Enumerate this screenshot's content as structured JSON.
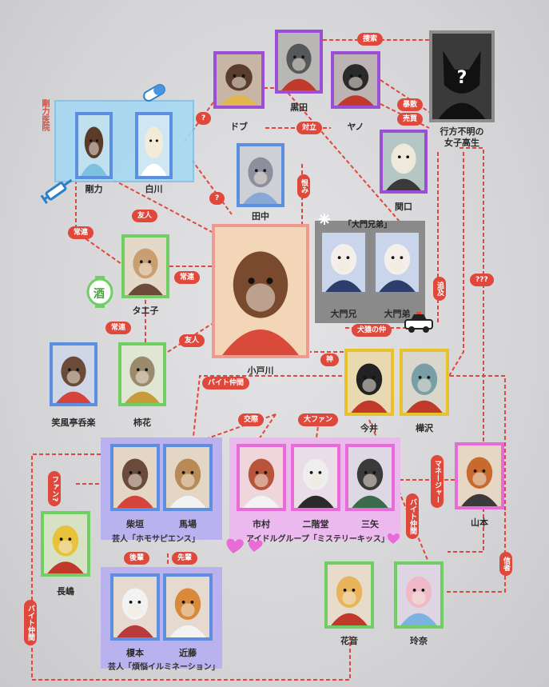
{
  "colors": {
    "purple": "#9b4fd6",
    "blue": "#5d8fe0",
    "green": "#6fcf63",
    "pink": "#e86bd8",
    "salmon": "#ee9a8e",
    "yellow": "#e9c22a",
    "red": "#e0483b",
    "gray": "#8c8c8c"
  },
  "panels": {
    "clinic": "剛力医院",
    "brothers": "「大門兄弟」",
    "homo": "芸人「ホモサピエンス」",
    "idol": "アイドルグループ「ミステリーキッス」",
    "bonno": "芸人「煩悩イルミネーション」"
  },
  "characters": {
    "dobu": {
      "name": "ドブ",
      "frame": "purple",
      "bg": "#c7b6a4",
      "fur": "#5a3d2e",
      "acc": "#e2b64a"
    },
    "kuroda": {
      "name": "黒田",
      "frame": "purple",
      "bg": "#b9b7b4",
      "fur": "#55585a",
      "acc": "#c0392b"
    },
    "yano": {
      "name": "ヤノ",
      "frame": "purple",
      "bg": "#bdb3b3",
      "fur": "#2a2a2a",
      "acc": "#c0392b"
    },
    "unknown": {
      "name": "行方不明の女子高生",
      "frame": "gray",
      "bg": "#444",
      "fur": "#111",
      "acc": "#111"
    },
    "sekiguchi": {
      "name": "関口",
      "frame": "purple",
      "bg": "#b5c7c5",
      "fur": "#efe9dc",
      "acc": "#3a3a3a"
    },
    "goriki": {
      "name": "剛力",
      "frame": "blue",
      "bg": "#bfe0ee",
      "fur": "#5a3b2a",
      "acc": "#7ec0e0"
    },
    "shirakawa": {
      "name": "白川",
      "frame": "blue",
      "bg": "#cfe7f2",
      "fur": "#f3ead8",
      "acc": "#ffffff"
    },
    "tanaka": {
      "name": "田中",
      "frame": "blue",
      "bg": "#cfcfd6",
      "fur": "#8d8f9c",
      "acc": "#8aa8d6"
    },
    "taeko": {
      "name": "タエ子",
      "frame": "green",
      "bg": "#e4d8c8",
      "fur": "#c99f72",
      "acc": "#6b4a3a"
    },
    "odokawa": {
      "name": "小戸川",
      "frame": "salmon",
      "bg": "#f3d5b7",
      "fur": "#7a4a2f",
      "acc": "#d94a3a"
    },
    "daimon_ani": {
      "name": "大門兄",
      "frame": "gray",
      "bg": "#c8d5ea",
      "fur": "#f3f0ec",
      "acc": "#2c3e6b"
    },
    "daimon_otouto": {
      "name": "大門弟",
      "frame": "gray",
      "bg": "#c8d5ea",
      "fur": "#f3f0ec",
      "acc": "#2c3e6b"
    },
    "shofutei": {
      "name": "笑風亭呑楽",
      "frame": "blue",
      "bg": "#cfd7e6",
      "fur": "#6a4a38",
      "acc": "#d6433b"
    },
    "kakihana": {
      "name": "柿花",
      "frame": "green",
      "bg": "#dfe6d3",
      "fur": "#9b8a6c",
      "acc": "#c79a3a"
    },
    "imai": {
      "name": "今井",
      "frame": "yellow",
      "bg": "#e8d9b0",
      "fur": "#222",
      "acc": "#c0392b"
    },
    "kashiwazawa": {
      "name": "樺沢",
      "frame": "yellow",
      "bg": "#d9d7cc",
      "fur": "#7a9ea6",
      "acc": "#c0392b"
    },
    "shibagaki": {
      "name": "柴垣",
      "frame": "blue",
      "bg": "#e3d6c4",
      "fur": "#6a4a3a",
      "acc": "#d6433b"
    },
    "baba": {
      "name": "馬場",
      "frame": "blue",
      "bg": "#e3d6c4",
      "fur": "#b88a55",
      "acc": "#f2f2f2"
    },
    "ichimura": {
      "name": "市村",
      "frame": "pink",
      "bg": "#efd6dd",
      "fur": "#b8543a",
      "acc": "#f3f3f3"
    },
    "nikaido": {
      "name": "二階堂",
      "frame": "pink",
      "bg": "#eadde8",
      "fur": "#eeeeee",
      "acc": "#2a2a2a"
    },
    "mitsuya": {
      "name": "三矢",
      "frame": "pink",
      "bg": "#ded7e4",
      "fur": "#3a3a3a",
      "acc": "#3a6b4a"
    },
    "yamamoto": {
      "name": "山本",
      "frame": "pink",
      "bg": "#e6d6c4",
      "fur": "#c86a2e",
      "acc": "#3a3a3a"
    },
    "nagashima": {
      "name": "長嶋",
      "frame": "green",
      "bg": "#d6e1c5",
      "fur": "#e8c23a",
      "acc": "#c0392b"
    },
    "enomoto": {
      "name": "榎本",
      "frame": "blue",
      "bg": "#e6dad0",
      "fur": "#f2f2f2",
      "acc": "#b83a3a"
    },
    "kondo": {
      "name": "近藤",
      "frame": "blue",
      "bg": "#e6dad0",
      "fur": "#d88a3a",
      "acc": "#f3f3f3"
    },
    "kanon": {
      "name": "花音",
      "frame": "green",
      "bg": "#e7dccb",
      "fur": "#e8b45a",
      "acc": "#c0392b"
    },
    "reina": {
      "name": "玲奈",
      "frame": "green",
      "bg": "#dfd6e4",
      "fur": "#f0b9c7",
      "acc": "#7bb2e0"
    }
  },
  "relations": {
    "sousaku": "捜索",
    "bouhaku": "暴散",
    "baibai": "売買",
    "tairitsu": "対立",
    "q1": "?",
    "q2": "?",
    "urami": "恨み",
    "yujin1": "友人",
    "joren1": "常連",
    "joren2": "常連",
    "joren3": "常連",
    "yujin2": "友人",
    "kenen": "犬猿の仲",
    "ou": "追及",
    "q3": "???",
    "kami": "神",
    "baito1": "バイト仲間",
    "kousai": "交際",
    "daifan": "大ファン",
    "fan": "ファン?",
    "manager": "マネージャー",
    "baito2": "バイト仲間",
    "kohai": "後輩",
    "senpai": "先輩",
    "shinja": "信者",
    "baito3": "バイト仲間"
  },
  "icons": [
    "syringe-icon",
    "pill-icon",
    "lantern-icon",
    "police-car-icon",
    "snowflake-icon",
    "heart-icon",
    "question-icon"
  ],
  "lantern_text": "酒"
}
